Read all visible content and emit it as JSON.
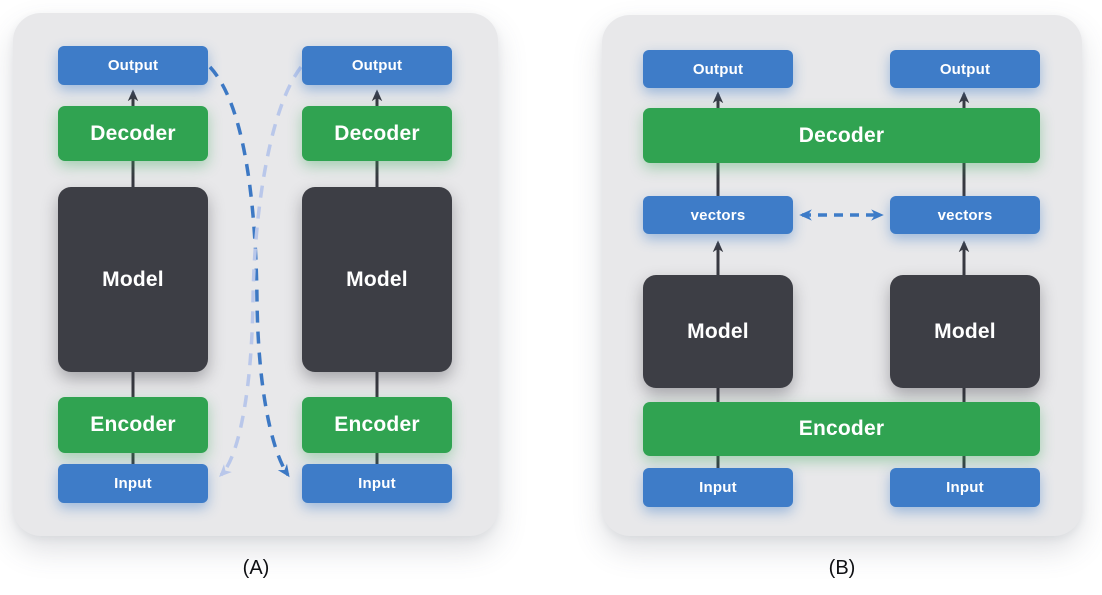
{
  "colors": {
    "blue": "#3e7cc8",
    "green": "#30a351",
    "dark": "#3d3e45",
    "panel_bg": "#e8e8ea",
    "connector": "#383941",
    "dashed_dark_blue": "#3c78c4",
    "dashed_light_blue": "#b9c7ea"
  },
  "panel_a": {
    "caption": "(A)",
    "left_column": {
      "output": "Output",
      "decoder": "Decoder",
      "model": "Model",
      "encoder": "Encoder",
      "input": "Input"
    },
    "right_column": {
      "output": "Output",
      "decoder": "Decoder",
      "model": "Model",
      "encoder": "Encoder",
      "input": "Input"
    }
  },
  "panel_b": {
    "caption": "(B)",
    "left_output": "Output",
    "right_output": "Output",
    "decoder": "Decoder",
    "left_vectors": "vectors",
    "right_vectors": "vectors",
    "left_model": "Model",
    "right_model": "Model",
    "encoder": "Encoder",
    "left_input": "Input",
    "right_input": "Input"
  }
}
